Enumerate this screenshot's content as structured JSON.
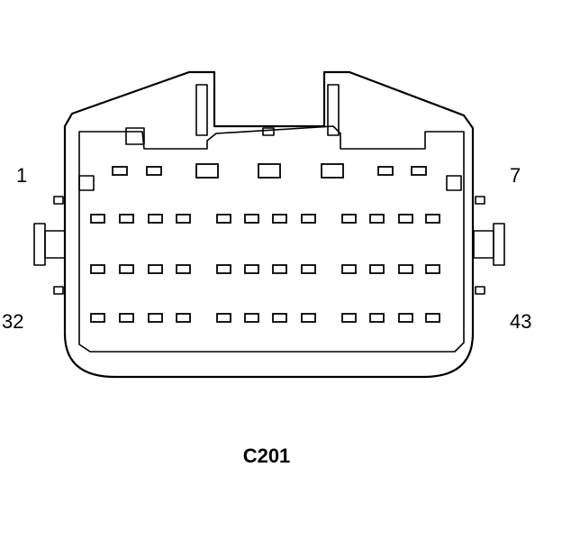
{
  "connector": {
    "name": "C201",
    "pin_labels": {
      "top_left": "1",
      "top_right": "7",
      "bottom_left": "32",
      "bottom_right": "43"
    }
  }
}
